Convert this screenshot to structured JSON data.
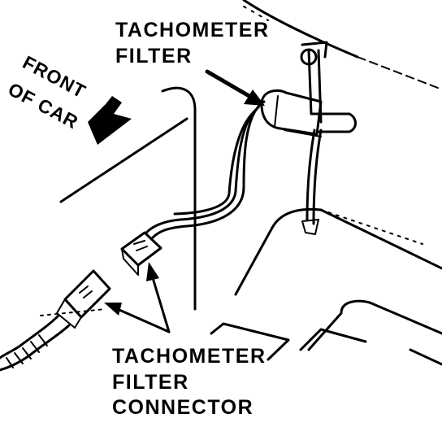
{
  "labels": {
    "tach_filter": {
      "line1": "TACHOMETER",
      "line2": "FILTER"
    },
    "front_of_car": {
      "line1": "FRONT",
      "line2": "OF CAR"
    },
    "tach_filter_connector": {
      "line1": "TACHOMETER",
      "line2": "FILTER",
      "line3": "CONNECTOR"
    }
  },
  "colors": {
    "ink": "#000000",
    "paper": "#ffffff"
  }
}
